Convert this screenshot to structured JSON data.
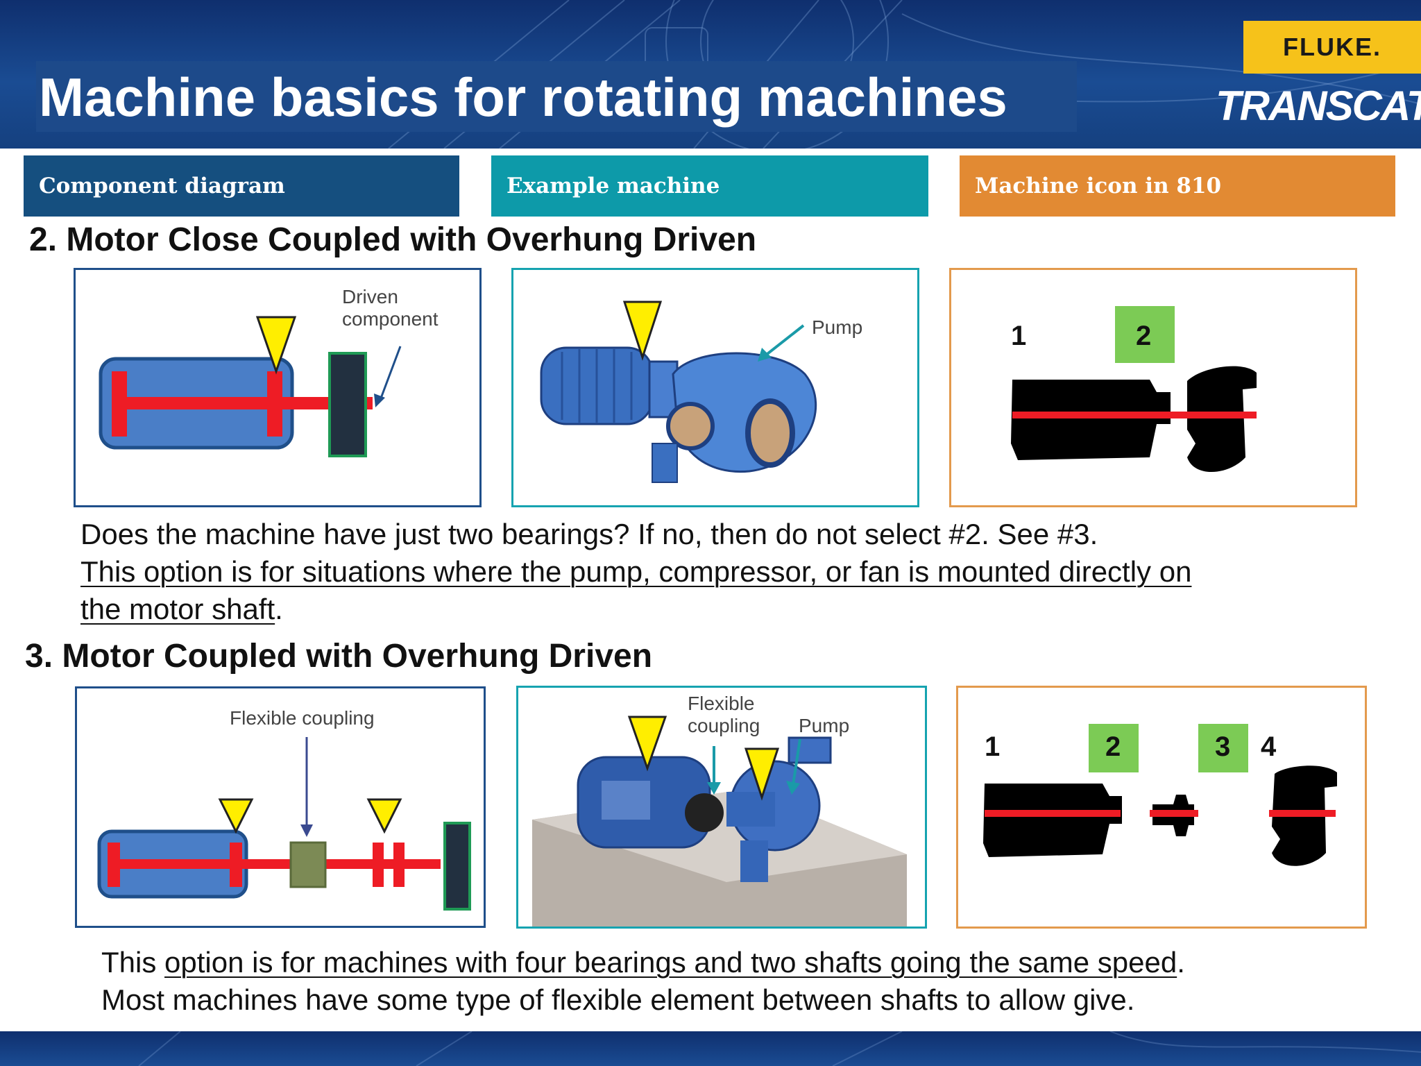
{
  "header": {
    "title": "Machine basics for rotating machines",
    "logo_fluke": "FLUKE.",
    "logo_transcat": "TRANSCAT"
  },
  "columns": {
    "component_diagram": "Component diagram",
    "example_machine": "Example machine",
    "machine_icon": "Machine icon in 810"
  },
  "section2": {
    "title": "2. Motor Close Coupled with Overhung Driven",
    "diagram_label_line1": "Driven",
    "diagram_label_line2": "component",
    "example_label": "Pump",
    "icon_numbers": [
      "1",
      "2"
    ],
    "text_line1": "Does the machine have just two bearings? If no, then do not select #2. See #3.",
    "text_line2_underlined": "This option is for situations where the pump, compressor, or fan is mounted directly on",
    "text_line3_underlined": "the motor shaft",
    "text_line3_end": "."
  },
  "section3": {
    "title": "3. Motor Coupled with Overhung Driven",
    "diagram_label": "Flexible coupling",
    "example_label_line1": "Flexible",
    "example_label_line2": "coupling",
    "example_label_pump": "Pump",
    "icon_numbers": [
      "1",
      "2",
      "3",
      "4"
    ],
    "text_line1_start": "This ",
    "text_line1_underlined": "option is for machines with four bearings and two shafts going the same speed",
    "text_line1_end": ".",
    "text_line2": "Most machines have some type of flexible element between shafts to allow give."
  },
  "colors": {
    "header_blue": "#1a4c93",
    "col_blue": "#154f7f",
    "col_teal": "#0d9aa9",
    "col_orange": "#e28a33",
    "shaft_red": "#ee1c25",
    "sensor_yellow": "#ffee00",
    "icon_green": "#7ccb55"
  }
}
